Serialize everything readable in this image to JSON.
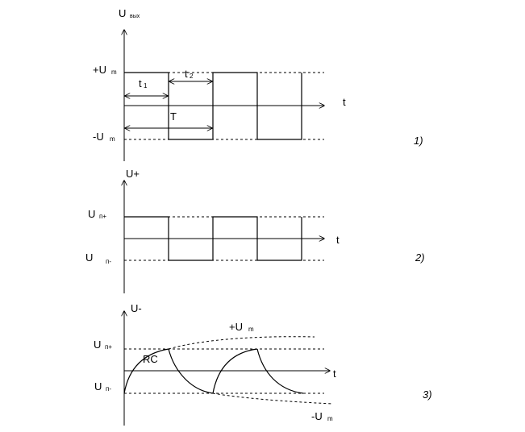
{
  "panel1": {
    "axis_main": "U",
    "axis_sub": "вых",
    "time_label": "t",
    "plus_main": "+U",
    "plus_sub": "m",
    "minus_main": "-U",
    "minus_sub": "m",
    "t1_main": "t",
    "t1_sub": "1",
    "t2_main": "t",
    "t2_sub": "2",
    "period": "T",
    "number": "1)"
  },
  "panel2": {
    "axis": "U+",
    "time_label": "t",
    "upper_main": "U",
    "upper_sub": "п+",
    "lower_main": "U",
    "lower_sub": "п-",
    "number": "2)"
  },
  "panel3": {
    "axis": "U-",
    "time_label": "t",
    "upper_main": "U",
    "upper_sub": "п+",
    "lower_main": "U",
    "lower_sub": "п-",
    "plus_main": "+U",
    "plus_sub": "m",
    "minus_main": "-U",
    "minus_sub": "m",
    "rc": "RC",
    "number": "3)"
  }
}
